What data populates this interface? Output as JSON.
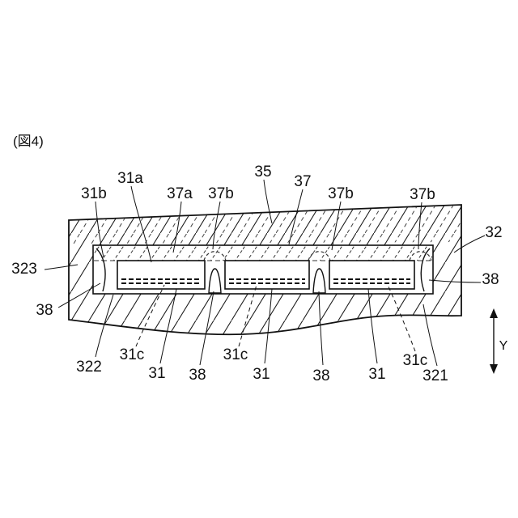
{
  "figure": {
    "caption": "(図4)",
    "axis_y": "Y"
  },
  "labels": {
    "l31a": "31a",
    "l31b": "31b",
    "l37a": "37a",
    "l37b_1": "37b",
    "l35": "35",
    "l37": "37",
    "l37b_2": "37b",
    "l37b_3": "37b",
    "l32": "32",
    "l323": "323",
    "l38_right": "38",
    "l38_left": "38",
    "l322": "322",
    "l31c_1": "31c",
    "l31_1": "31",
    "l38_b1": "38",
    "l31c_2": "31c",
    "l31_2": "31",
    "l38_b2": "38",
    "l31_3": "31",
    "l31c_3": "31c",
    "l321": "321"
  }
}
